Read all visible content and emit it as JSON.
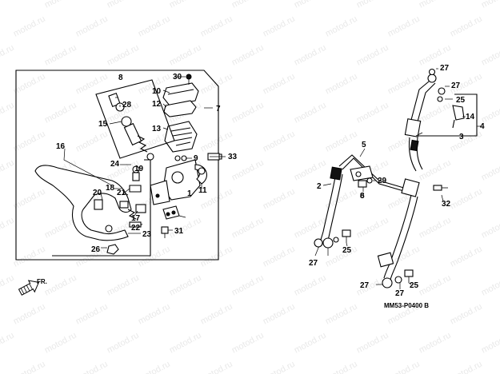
{
  "watermark": "motod.ru",
  "diagram_code": "MM53-P0400 B",
  "direction_label": "FR.",
  "callouts": {
    "n1": "1",
    "n2": "2",
    "n3": "3",
    "n4": "4",
    "n5": "5",
    "n6": "6",
    "n7": "7",
    "n8a": "8",
    "n8b": "8",
    "n9": "9",
    "n10": "10",
    "n11": "11",
    "n12": "12",
    "n13": "13",
    "n14": "14",
    "n15": "15",
    "n16": "16",
    "n17": "17",
    "n18": "18",
    "n19": "19",
    "n20": "20",
    "n21": "21",
    "n22": "22",
    "n23": "23",
    "n24": "24",
    "n25a": "25",
    "n25b": "25",
    "n25c": "25",
    "n26": "26",
    "n27a": "27",
    "n27b": "27",
    "n27c": "27",
    "n27d": "27",
    "n27e": "27",
    "n28": "28",
    "n29": "29",
    "n30": "30",
    "n31": "31",
    "n32": "32",
    "n33": "33"
  }
}
